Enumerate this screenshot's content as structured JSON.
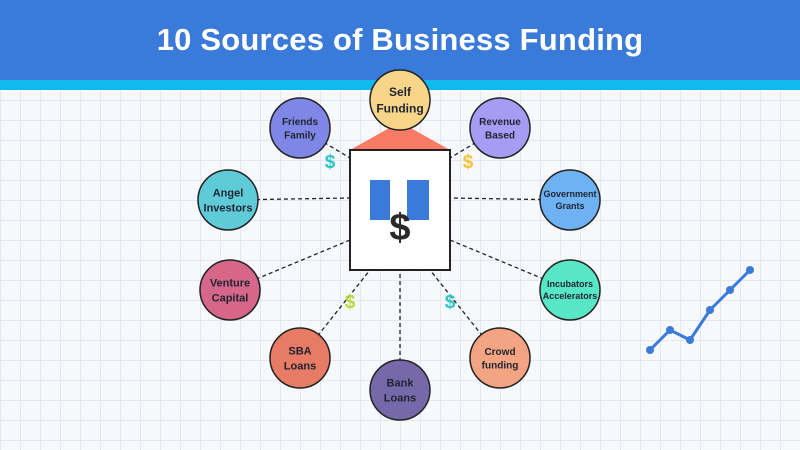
{
  "title": "10 Sources of Business Funding",
  "center": {
    "symbol": "$"
  },
  "nodes": [
    {
      "id": "self-funding",
      "lines": [
        "Self",
        "Funding"
      ],
      "color": "#f9d58a"
    },
    {
      "id": "friends-family",
      "lines": [
        "Friends",
        "Family"
      ],
      "color": "#7f87e6"
    },
    {
      "id": "revenue-based",
      "lines": [
        "Revenue",
        "Based"
      ],
      "color": "#a79cf3"
    },
    {
      "id": "angel-investors",
      "lines": [
        "Angel",
        "Investors"
      ],
      "color": "#5fcbd8"
    },
    {
      "id": "government-grants",
      "lines": [
        "Government",
        "Grants"
      ],
      "color": "#6eb2f3"
    },
    {
      "id": "venture-capital",
      "lines": [
        "Venture",
        "Capital"
      ],
      "color": "#d6678a"
    },
    {
      "id": "incubators-accelerators",
      "lines": [
        "Incubators",
        "Accelerators"
      ],
      "color": "#57e6c6"
    },
    {
      "id": "sba-loans",
      "lines": [
        "SBA",
        "Loans"
      ],
      "color": "#e77b65"
    },
    {
      "id": "crowd-funding",
      "lines": [
        "Crowd",
        "funding"
      ],
      "color": "#f3a583"
    },
    {
      "id": "bank-loans",
      "lines": [
        "Bank",
        "Loans"
      ],
      "color": "#7669a9"
    }
  ],
  "dollar_markers": [
    {
      "symbol": "$",
      "color": "#2fc4c4"
    },
    {
      "symbol": "$",
      "color": "#f5c43a"
    },
    {
      "symbol": "$",
      "color": "#b6d83a"
    },
    {
      "symbol": "$",
      "color": "#2fc4c4"
    }
  ],
  "colors": {
    "header": "#3a7ad8",
    "stripe": "#12b9ee",
    "roof": "#f97b66",
    "building_fill": "#ffffff",
    "windows": "#3a7ad8",
    "trend_line": "#3a7ad8"
  }
}
